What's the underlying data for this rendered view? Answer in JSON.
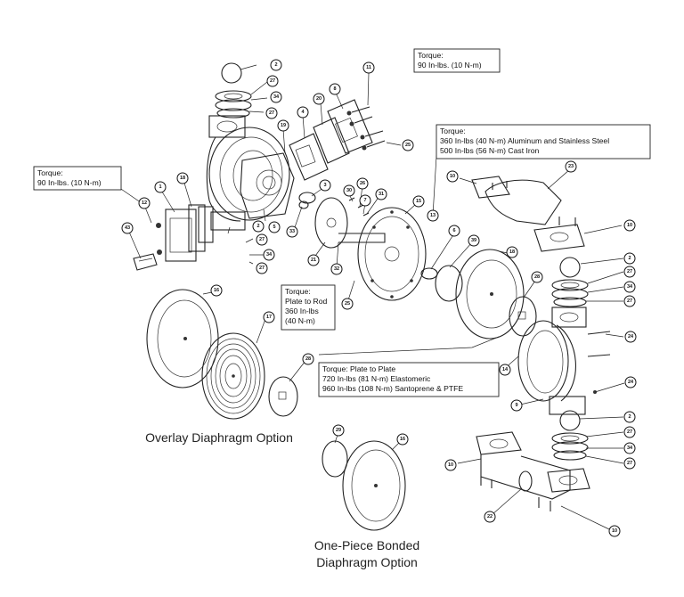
{
  "torque_notes": [
    {
      "id": "tq1",
      "lines": [
        "Torque:",
        "90 In-lbs. (10 N-m)"
      ]
    },
    {
      "id": "tq2",
      "lines": [
        "Torque:",
        "90 In-lbs. (10 N-m)"
      ]
    },
    {
      "id": "tq3",
      "lines": [
        "Torque:",
        "360 In-lbs (40 N-m) Aluminum and Stainless Steel",
        "500 In-lbs (56 N-m) Cast Iron"
      ]
    },
    {
      "id": "tq4",
      "lines": [
        "Torque:",
        "Plate to Rod",
        "360 In-lbs",
        "(40 N-m)"
      ]
    },
    {
      "id": "tq5",
      "lines": [
        "Torque:  Plate to Plate",
        "720 In-lbs (81 N-m) Elastomeric",
        "960 In-lbs (108 N-m) Santoprene & PTFE"
      ]
    }
  ],
  "captions": {
    "overlay": "Overlay Diaphragm Option",
    "bonded_line1": "One-Piece Bonded",
    "bonded_line2": "Diaphragm Option"
  },
  "callouts": [
    "2",
    "27",
    "34",
    "27",
    "11",
    "20",
    "8",
    "4",
    "25",
    "19",
    "18",
    "1",
    "12",
    "43",
    "5",
    "2",
    "27",
    "34",
    "27",
    "3",
    "33",
    "21",
    "30",
    "26",
    "7",
    "31",
    "15",
    "13",
    "32",
    "25",
    "10",
    "23",
    "10",
    "6",
    "39",
    "18",
    "28",
    "2",
    "27",
    "34",
    "27",
    "24",
    "16",
    "17",
    "28",
    "14",
    "24",
    "9",
    "2",
    "27",
    "34",
    "27",
    "29",
    "16",
    "10",
    "22",
    "10"
  ]
}
